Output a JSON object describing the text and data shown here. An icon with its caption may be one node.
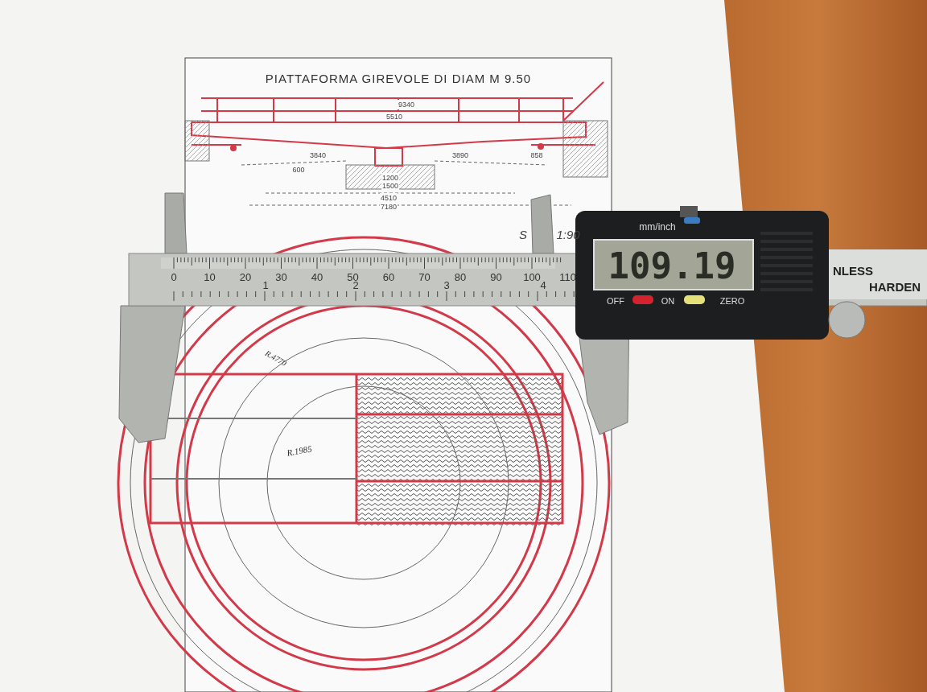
{
  "diagram": {
    "title": "PIATTAFORMA GIREVOLE DI DIAM M 9.50",
    "labels": [
      "9340",
      "5510",
      "3840",
      "3890",
      "858",
      "600",
      "1200",
      "1500",
      "4510",
      "7180",
      "S",
      "1:90",
      "mm/inch",
      "0",
      "10",
      "20",
      "30",
      "40",
      "50",
      "60",
      "70",
      "80",
      "90",
      "100",
      "110",
      "1",
      "2",
      "3",
      "4",
      "109.19",
      "OFF",
      "ON",
      "ZERO",
      "NLESS",
      "HARDEN",
      "R.4770",
      "R.1985"
    ]
  }
}
